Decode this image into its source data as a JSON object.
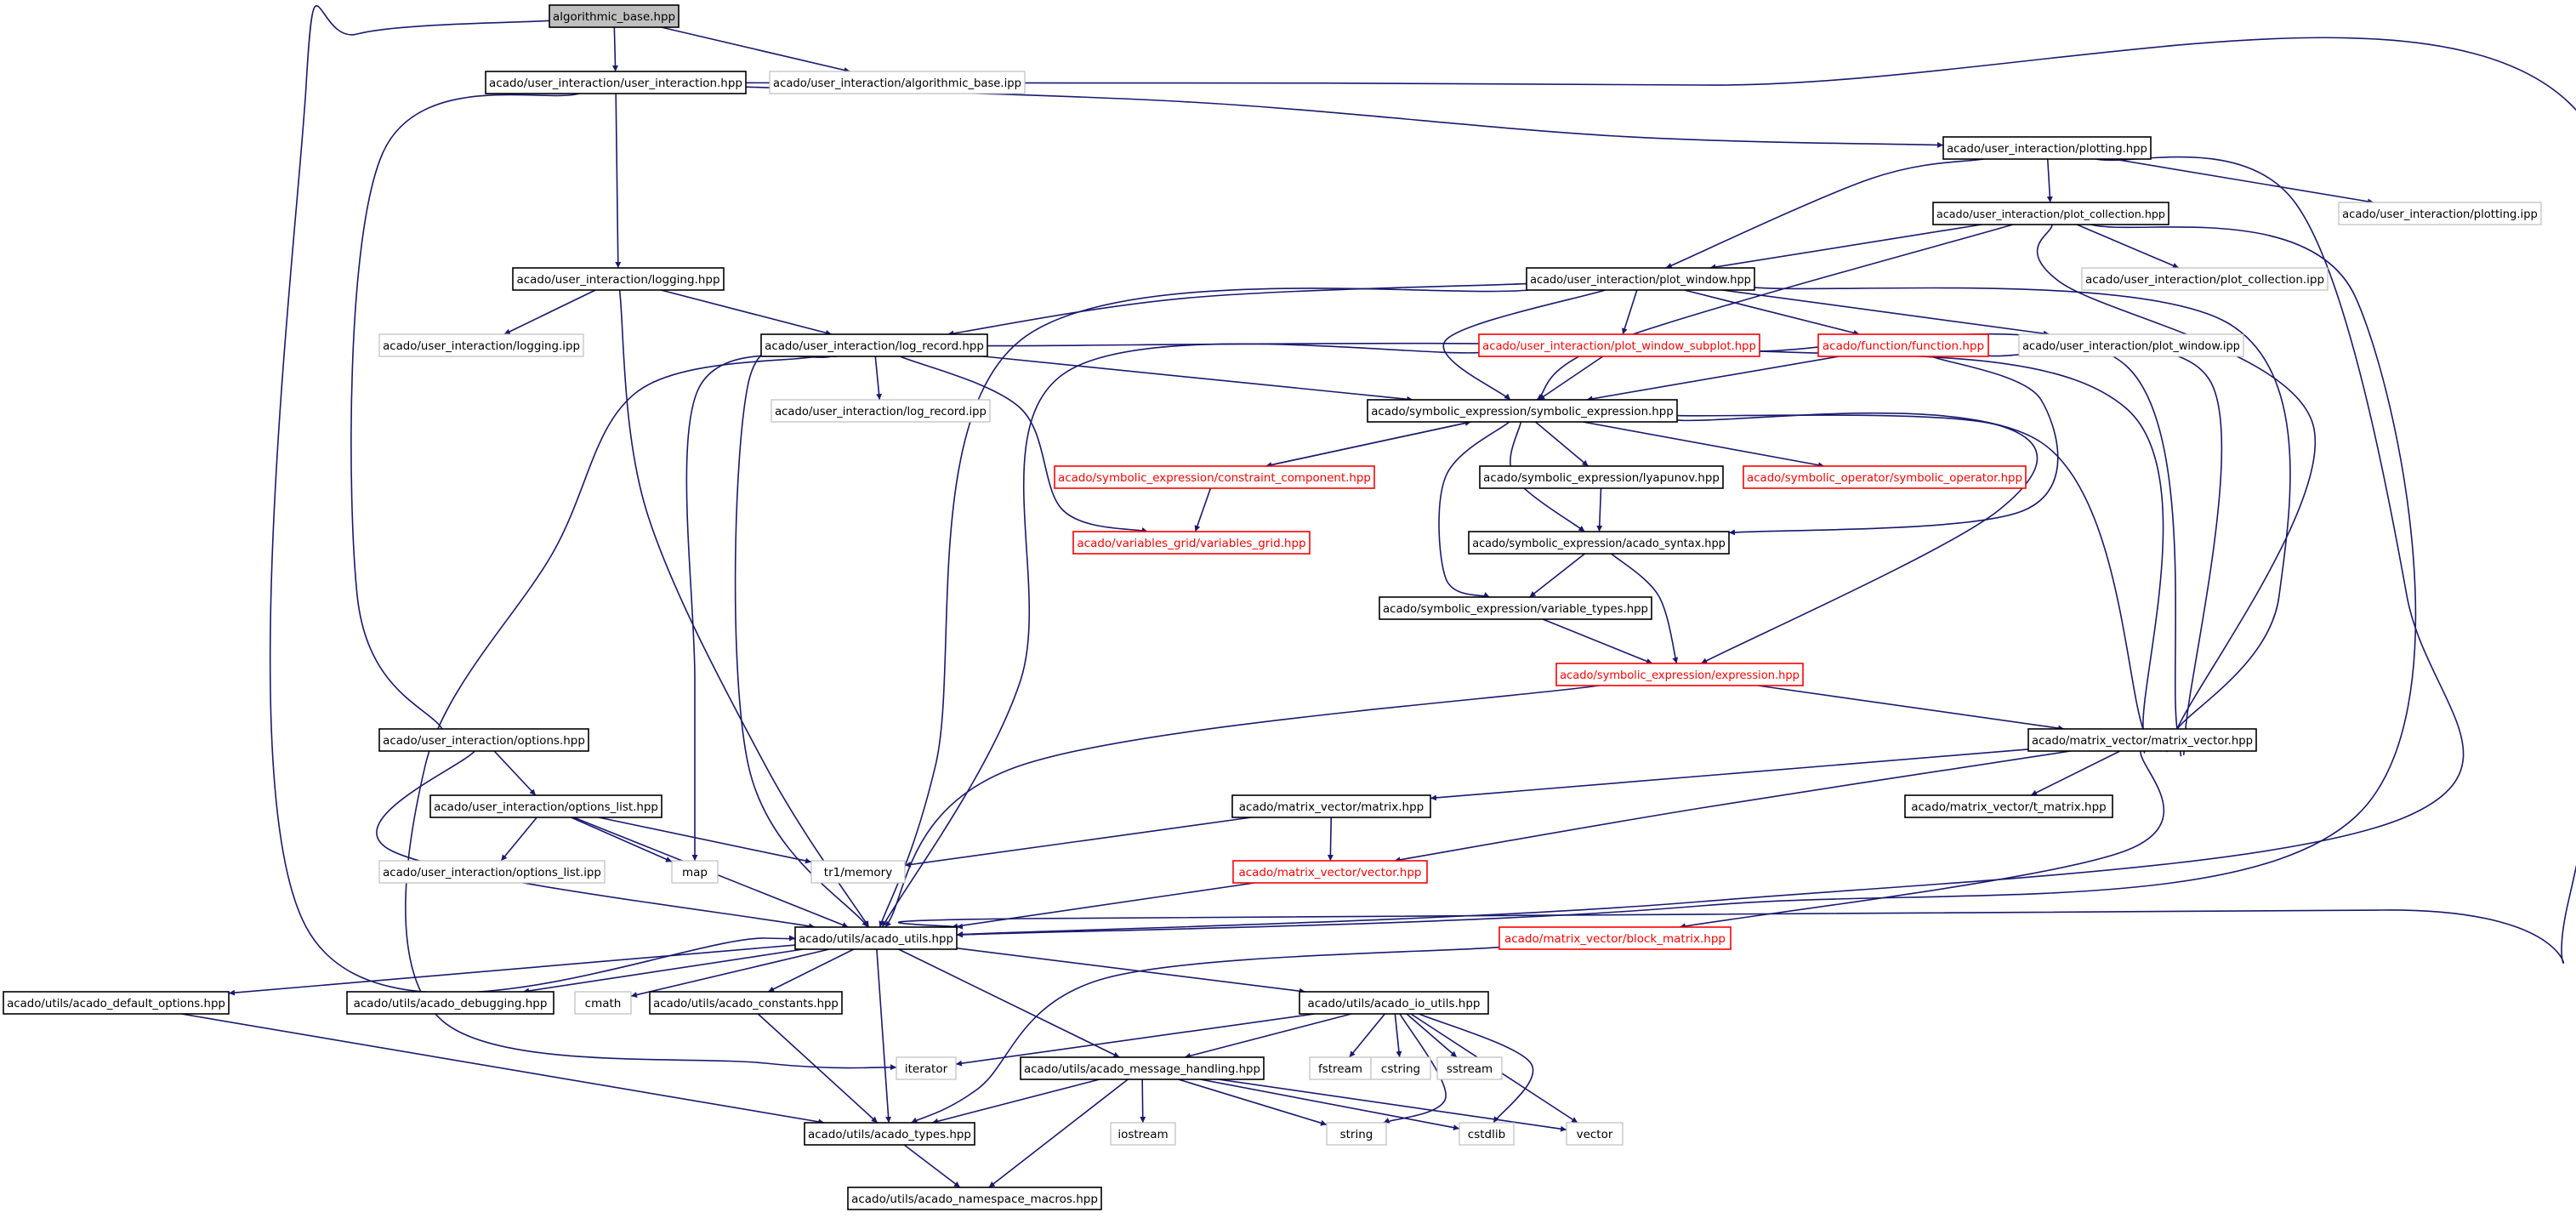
{
  "colors": {
    "edge": "#191970",
    "normal_border": "#000000",
    "missing_border": "#bfbfbf",
    "error_border": "#ff0000",
    "root_fill": "#bfbfbf",
    "text": "#000000",
    "error_text": "#ff0000"
  },
  "nodes": {
    "algorithmic_base_hpp": {
      "label": "algorithmic_base.hpp",
      "kind": "root"
    },
    "user_interaction_hpp": {
      "label": "acado/user_interaction/user_interaction.hpp",
      "kind": "normal"
    },
    "algorithmic_base_ipp": {
      "label": "acado/user_interaction/algorithmic_base.ipp",
      "kind": "missing"
    },
    "plotting_hpp": {
      "label": "acado/user_interaction/plotting.hpp",
      "kind": "normal"
    },
    "plot_collection_hpp": {
      "label": "acado/user_interaction/plot_collection.hpp",
      "kind": "normal"
    },
    "plotting_ipp": {
      "label": "acado/user_interaction/plotting.ipp",
      "kind": "missing"
    },
    "logging_hpp": {
      "label": "acado/user_interaction/logging.hpp",
      "kind": "normal"
    },
    "plot_window_hpp": {
      "label": "acado/user_interaction/plot_window.hpp",
      "kind": "normal"
    },
    "plot_collection_ipp": {
      "label": "acado/user_interaction/plot_collection.ipp",
      "kind": "missing"
    },
    "logging_ipp": {
      "label": "acado/user_interaction/logging.ipp",
      "kind": "missing"
    },
    "log_record_hpp": {
      "label": "acado/user_interaction/log_record.hpp",
      "kind": "normal"
    },
    "plot_window_subplot_hpp": {
      "label": "acado/user_interaction/plot_window_subplot.hpp",
      "kind": "error"
    },
    "function_hpp": {
      "label": "acado/function/function.hpp",
      "kind": "error"
    },
    "plot_window_ipp": {
      "label": "acado/user_interaction/plot_window.ipp",
      "kind": "missing"
    },
    "log_record_ipp": {
      "label": "acado/user_interaction/log_record.ipp",
      "kind": "missing"
    },
    "symbolic_expression_hpp": {
      "label": "acado/symbolic_expression/symbolic_expression.hpp",
      "kind": "normal"
    },
    "constraint_component_hpp": {
      "label": "acado/symbolic_expression/constraint_component.hpp",
      "kind": "error"
    },
    "lyapunov_hpp": {
      "label": "acado/symbolic_expression/lyapunov.hpp",
      "kind": "normal"
    },
    "symbolic_operator_hpp": {
      "label": "acado/symbolic_operator/symbolic_operator.hpp",
      "kind": "error"
    },
    "variables_grid_hpp": {
      "label": "acado/variables_grid/variables_grid.hpp",
      "kind": "error"
    },
    "acado_syntax_hpp": {
      "label": "acado/symbolic_expression/acado_syntax.hpp",
      "kind": "normal"
    },
    "variable_types_hpp": {
      "label": "acado/symbolic_expression/variable_types.hpp",
      "kind": "normal"
    },
    "expression_hpp": {
      "label": "acado/symbolic_expression/expression.hpp",
      "kind": "error"
    },
    "options_hpp": {
      "label": "acado/user_interaction/options.hpp",
      "kind": "normal"
    },
    "matrix_vector_hpp": {
      "label": "acado/matrix_vector/matrix_vector.hpp",
      "kind": "normal"
    },
    "options_list_hpp": {
      "label": "acado/user_interaction/options_list.hpp",
      "kind": "normal"
    },
    "matrix_hpp": {
      "label": "acado/matrix_vector/matrix.hpp",
      "kind": "normal"
    },
    "t_matrix_hpp": {
      "label": "acado/matrix_vector/t_matrix.hpp",
      "kind": "normal"
    },
    "options_list_ipp": {
      "label": "acado/user_interaction/options_list.ipp",
      "kind": "missing"
    },
    "map": {
      "label": "map",
      "kind": "missing"
    },
    "tr1_memory": {
      "label": "tr1/memory",
      "kind": "missing"
    },
    "vector_hpp": {
      "label": "acado/matrix_vector/vector.hpp",
      "kind": "error"
    },
    "acado_utils_hpp": {
      "label": "acado/utils/acado_utils.hpp",
      "kind": "normal"
    },
    "block_matrix_hpp": {
      "label": "acado/matrix_vector/block_matrix.hpp",
      "kind": "error"
    },
    "acado_default_options_hpp": {
      "label": "acado/utils/acado_default_options.hpp",
      "kind": "normal"
    },
    "acado_debugging_hpp": {
      "label": "acado/utils/acado_debugging.hpp",
      "kind": "normal"
    },
    "cmath": {
      "label": "cmath",
      "kind": "missing"
    },
    "acado_constants_hpp": {
      "label": "acado/utils/acado_constants.hpp",
      "kind": "normal"
    },
    "acado_io_utils_hpp": {
      "label": "acado/utils/acado_io_utils.hpp",
      "kind": "normal"
    },
    "iterator": {
      "label": "iterator",
      "kind": "missing"
    },
    "acado_message_handling_hpp": {
      "label": "acado/utils/acado_message_handling.hpp",
      "kind": "normal"
    },
    "fstream": {
      "label": "fstream",
      "kind": "missing"
    },
    "cstring": {
      "label": "cstring",
      "kind": "missing"
    },
    "sstream": {
      "label": "sstream",
      "kind": "missing"
    },
    "acado_types_hpp": {
      "label": "acado/utils/acado_types.hpp",
      "kind": "normal"
    },
    "iostream": {
      "label": "iostream",
      "kind": "missing"
    },
    "string": {
      "label": "string",
      "kind": "missing"
    },
    "cstdlib": {
      "label": "cstdlib",
      "kind": "missing"
    },
    "vector": {
      "label": "vector",
      "kind": "missing"
    },
    "acado_namespace_macros_hpp": {
      "label": "acado/utils/acado_namespace_macros.hpp",
      "kind": "normal"
    }
  }
}
